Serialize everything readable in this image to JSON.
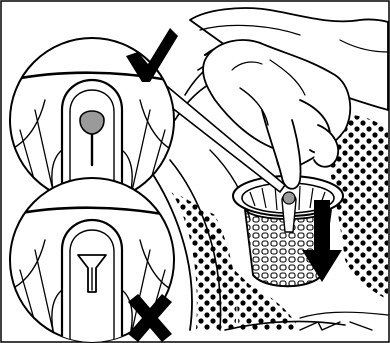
{
  "illustration": {
    "colors": {
      "ink": "#000000",
      "paper": "#ffffff",
      "valve": "#9a9a9a"
    },
    "icons": [
      "check-mark-icon",
      "cross-mark-icon",
      "down-arrow-icon"
    ],
    "panels": [
      {
        "state": "correct",
        "mark": "check-mark-icon",
        "valve_head": "filled"
      },
      {
        "state": "incorrect",
        "mark": "cross-mark-icon",
        "valve_head": "open"
      }
    ]
  }
}
